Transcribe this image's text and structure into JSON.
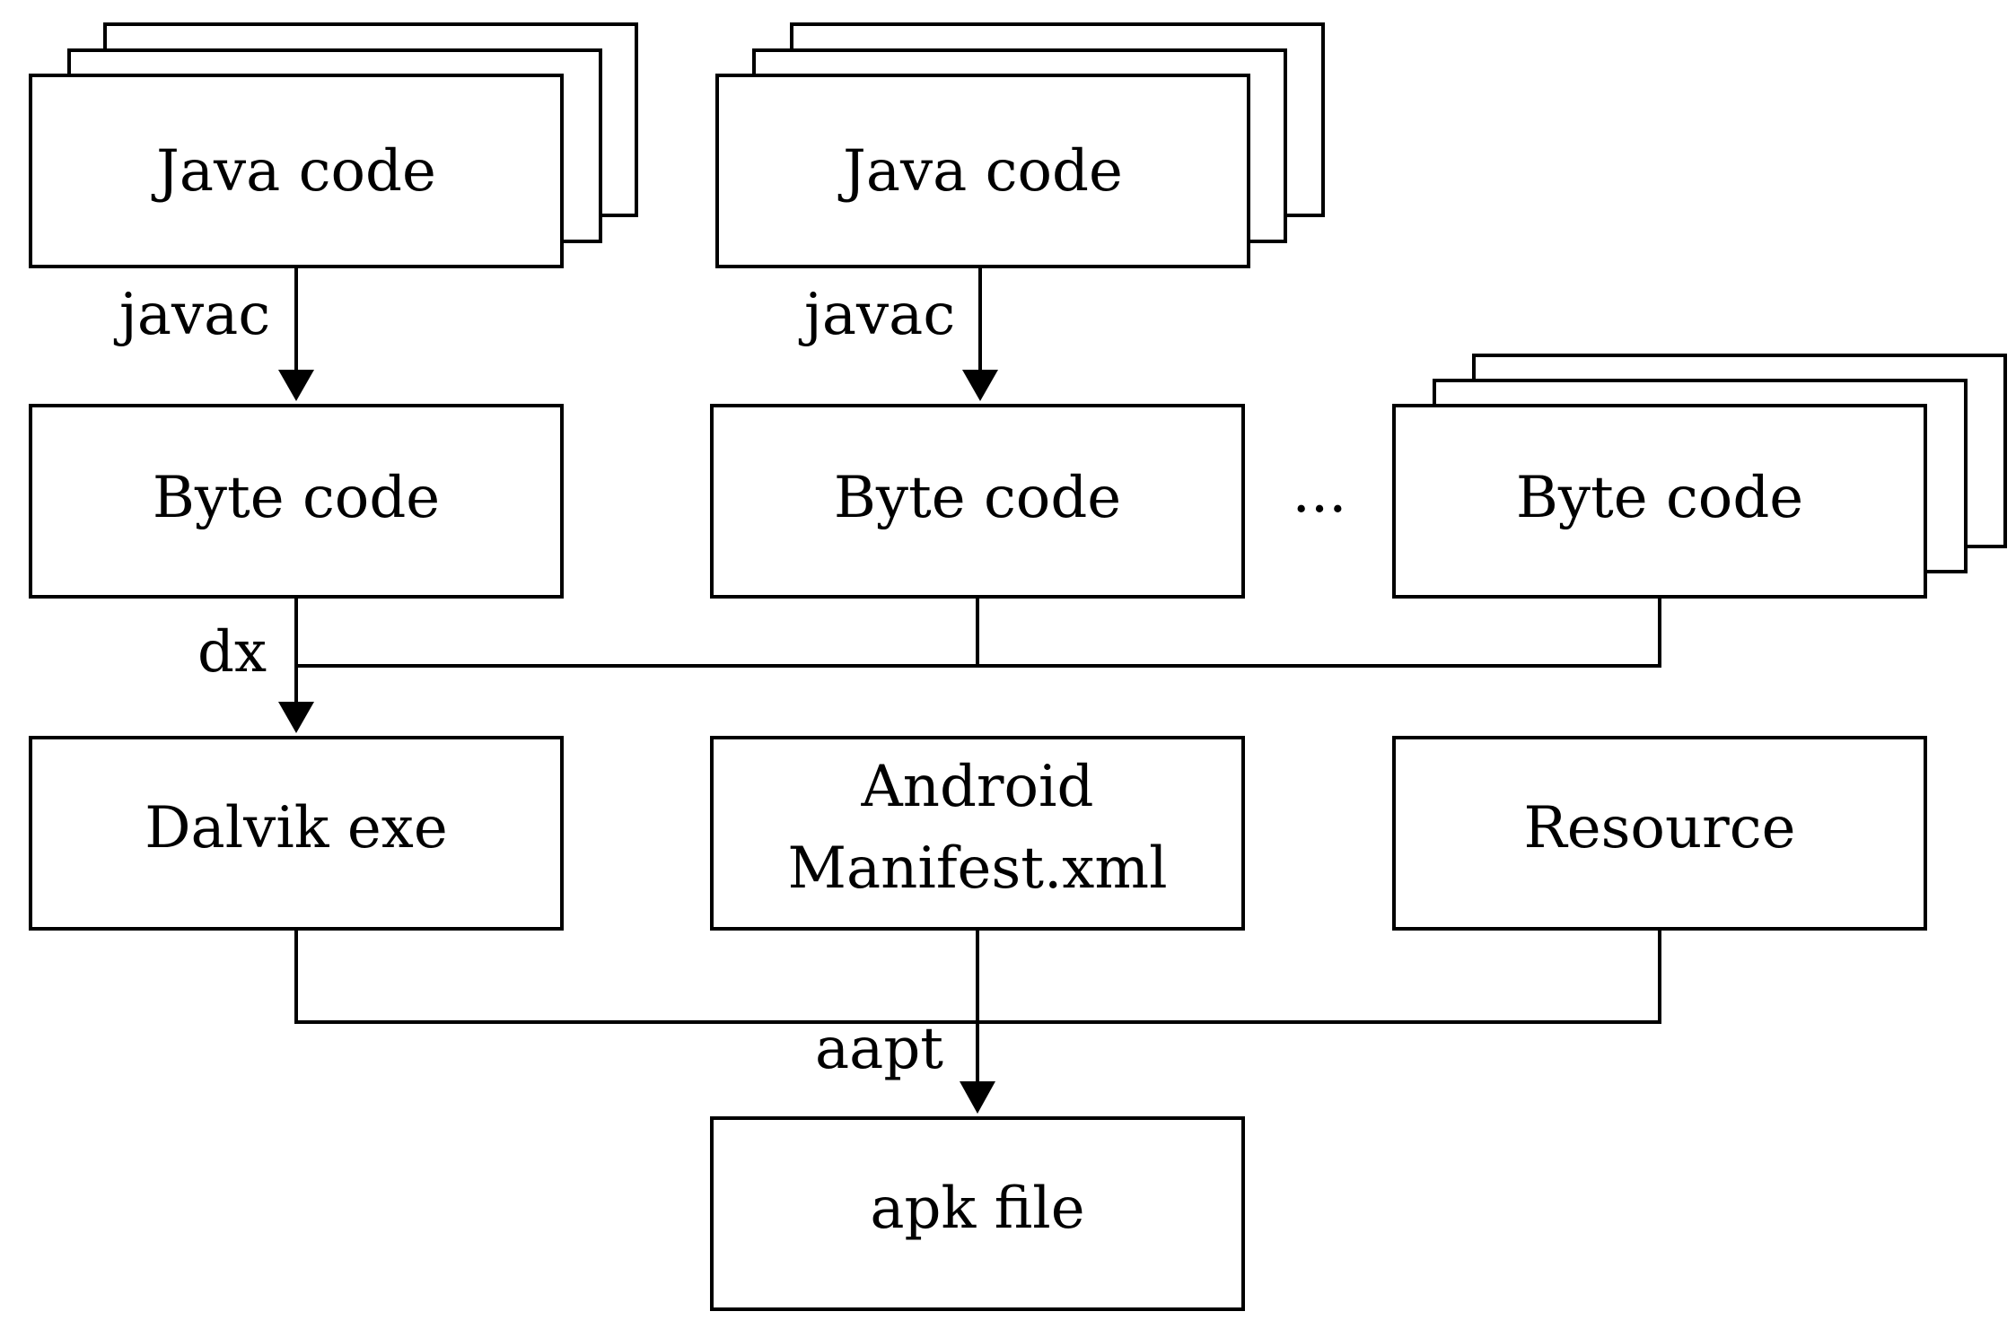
{
  "nodes": {
    "java_code_1": "Java code",
    "java_code_2": "Java code",
    "byte_code_1": "Byte code",
    "byte_code_2": "Byte code",
    "byte_code_3": "Byte code",
    "ellipsis": "...",
    "dalvik_exe": "Dalvik exe",
    "android_manifest_line1": "Android",
    "android_manifest_line2": "Manifest.xml",
    "resource": "Resource",
    "apk_file": "apk file"
  },
  "edges": {
    "javac_1": "javac",
    "javac_2": "javac",
    "dx": "dx",
    "aapt": "aapt"
  }
}
